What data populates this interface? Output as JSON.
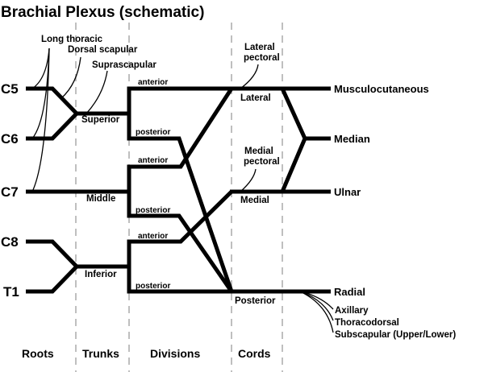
{
  "title": "Brachial Plexus (schematic)",
  "roots": [
    "C5",
    "C6",
    "C7",
    "C8",
    "T1"
  ],
  "trunks": [
    "Superior",
    "Middle",
    "Inferior"
  ],
  "divisions": {
    "anterior": "anterior",
    "posterior": "posterior"
  },
  "cords": [
    "Lateral",
    "Medial",
    "Posterior"
  ],
  "terminal_nerves": [
    "Musculocutaneous",
    "Median",
    "Ulnar",
    "Radial"
  ],
  "root_branches": [
    "Long thoracic",
    "Dorsal scapular",
    "Suprascapular"
  ],
  "cord_branches": {
    "lateral_pectoral_line1": "Lateral",
    "lateral_pectoral_line2": "pectoral",
    "medial_pectoral_line1": "Medial",
    "medial_pectoral_line2": "pectoral"
  },
  "posterior_branches": [
    "Axillary",
    "Thoracodorsal",
    "Subscapular (Upper/Lower)"
  ],
  "columns": [
    "Roots",
    "Trunks",
    "Divisions",
    "Cords"
  ],
  "colors": {
    "line": "#000000",
    "divider": "#aaaaaa",
    "background": "#ffffff"
  }
}
